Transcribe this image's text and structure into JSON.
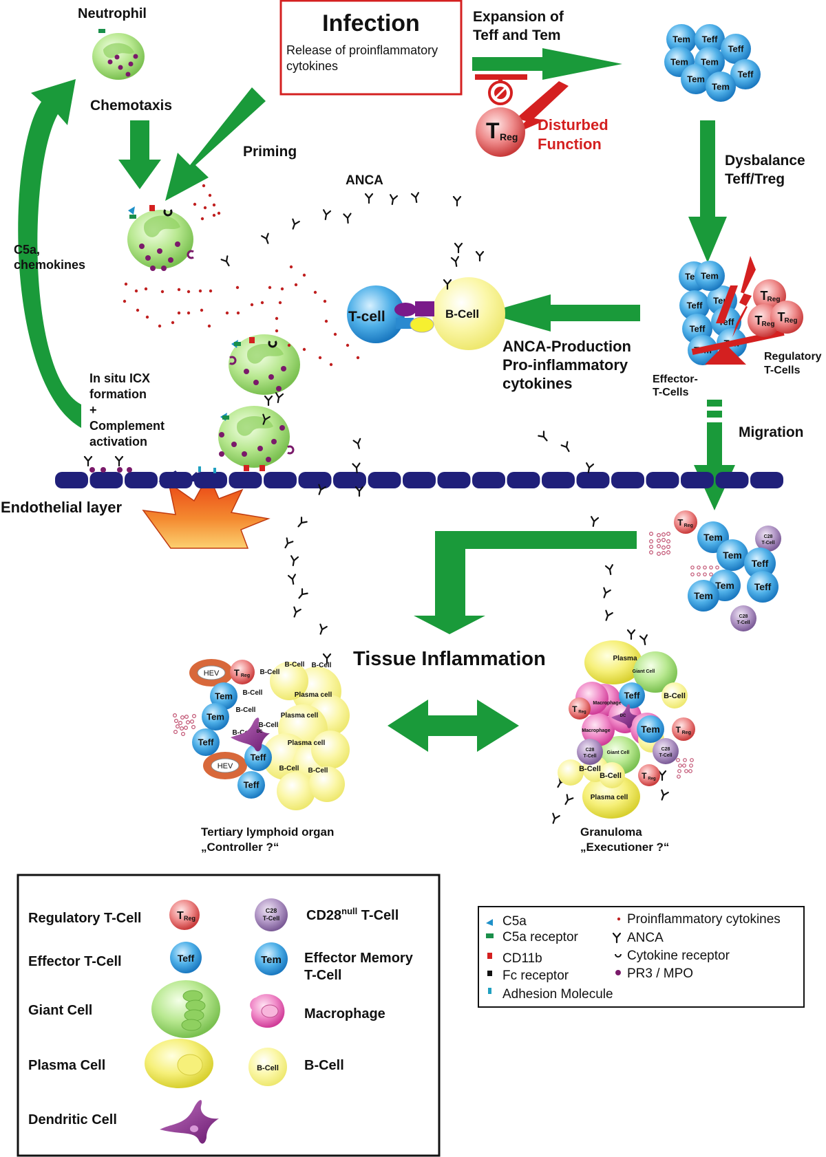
{
  "infection": {
    "title": "Infection",
    "line1": "Release of proinflammatory",
    "line2": "cytokines"
  },
  "labels": {
    "neutrophil": "Neutrophil",
    "chemotaxis": "Chemotaxis",
    "priming": "Priming",
    "c5a_line1": "C5a,",
    "c5a_line2": "chemokines",
    "expansion_line1": "Expansion of",
    "expansion_line2": "Teff and Tem",
    "disturbed_line1": "Disturbed",
    "disturbed_line2": "Function",
    "dysbalance_line1": "Dysbalance",
    "dysbalance_line2": "Teff/Treg",
    "anca": "ANCA",
    "tcell": "T-cell",
    "bcell": "B-Cell",
    "anca_prod_line1": "ANCA-Production",
    "anca_prod_line2": "Pro-inflammatory",
    "anca_prod_line3": "cytokines",
    "effector_line1": "Effector-",
    "effector_line2": "T-Cells",
    "regulatory_line1": "Regulatory",
    "regulatory_line2": "T-Cells",
    "insitu_line1": "In situ ICX",
    "insitu_line2": "formation",
    "insitu_line3": "+",
    "insitu_line4": "Complement",
    "insitu_line5": "activation",
    "migration": "Migration",
    "endothelial": "Endothelial layer",
    "tissue": "Tissue Inflammation",
    "tlo_line1": "Tertiary lymphoid organ",
    "tlo_line2": "„Controller ?“",
    "gran_line1": "Granuloma",
    "gran_line2": "„Executioner ?“"
  },
  "cells": {
    "tem": "Tem",
    "teff": "Teff",
    "t": "T",
    "reg": "Reg",
    "hev": "HEV",
    "bcell": "B-Cell",
    "plasma": "Plasma cell",
    "plasma_short": "Plasma",
    "giant": "Giant Cell",
    "c28": "C28",
    "null": "null",
    "tcell": "T-Cell",
    "dc": "DC",
    "macrophage": "Macrophage"
  },
  "legend_cells": [
    {
      "label": "Regulatory T-Cell"
    },
    {
      "label": "CD28",
      "sup": "null",
      "suffix": " T-Cell"
    },
    {
      "label": "Effector T-Cell"
    },
    {
      "label": "Effector Memory",
      "label2": "T-Cell"
    },
    {
      "label": "Giant Cell"
    },
    {
      "label": "Macrophage"
    },
    {
      "label": "Plasma Cell"
    },
    {
      "label": "B-Cell"
    },
    {
      "label": "Dendritic Cell"
    }
  ],
  "legend_molecules": [
    {
      "label": "C5a",
      "color": "#1e90c8"
    },
    {
      "label": "C5a receptor",
      "color": "#1a8f4a"
    },
    {
      "label": "CD11b",
      "color": "#d42020"
    },
    {
      "label": "Fc receptor",
      "color": "#111111"
    },
    {
      "label": "Adhesion Molecule",
      "color": "#20a0c0"
    },
    {
      "label": "Proinflammatory cytokines",
      "color": "#c02020"
    },
    {
      "label": "ANCA",
      "color": "#111111"
    },
    {
      "label": "Cytokine receptor",
      "color": "#111111"
    },
    {
      "label": "PR3 / MPO",
      "color": "#7a1a6a"
    }
  ],
  "colors": {
    "arrow": "#1a9a3a",
    "endothelium": "#20207a",
    "infection_border": "#d42020",
    "disturbed": "#d42020"
  }
}
